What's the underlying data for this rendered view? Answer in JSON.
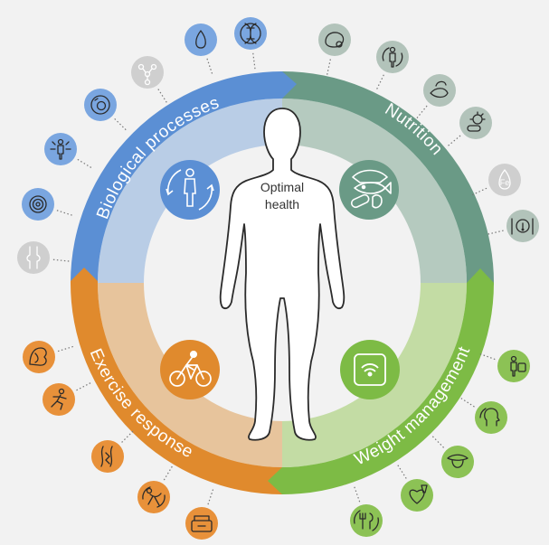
{
  "center": {
    "line1": "Optimal",
    "line2": "health"
  },
  "colors": {
    "blue": "#5b8fd4",
    "blue_light": "#b9cde6",
    "teal": "#6a9a86",
    "teal_light": "#b5cabf",
    "green": "#7dbb45",
    "green_light": "#c3dca4",
    "orange": "#e08a2d",
    "orange_light": "#e7c49c",
    "inactive": "#cfcfcf"
  },
  "segments": [
    {
      "key": "biological",
      "label": "Biological processes",
      "hub_icon": "body-cycle-icon"
    },
    {
      "key": "nutrition",
      "label": "Nutrition",
      "hub_icon": "food-icon"
    },
    {
      "key": "weight",
      "label": "Weight management",
      "hub_icon": "scale-icon"
    },
    {
      "key": "exercise",
      "label": "Exercise response",
      "hub_icon": "cyclist-icon"
    }
  ],
  "iron_label": "Fe",
  "outer_icons": {
    "biological": [
      {
        "name": "joint-icon",
        "active": false
      },
      {
        "name": "target-icon",
        "active": true
      },
      {
        "name": "body-arrows-icon",
        "active": true
      },
      {
        "name": "cell-icon",
        "active": true
      },
      {
        "name": "molecule-icon",
        "active": false
      },
      {
        "name": "drop-icon",
        "active": true
      },
      {
        "name": "dna-icon",
        "active": true
      }
    ],
    "nutrition": [
      {
        "name": "potato-icon",
        "active": true
      },
      {
        "name": "body-cycle-small-icon",
        "active": true
      },
      {
        "name": "fish-meat-icon",
        "active": true
      },
      {
        "name": "sun-pill-icon",
        "active": true
      },
      {
        "name": "iron-drop-icon",
        "active": false
      },
      {
        "name": "plate-icon",
        "active": true
      }
    ],
    "weight": [
      {
        "name": "body-scale-icon",
        "active": true
      },
      {
        "name": "head-cycle-icon",
        "active": true
      },
      {
        "name": "tongue-icon",
        "active": true
      },
      {
        "name": "heart-glass-icon",
        "active": true
      },
      {
        "name": "cutlery-cycle-icon",
        "active": true
      }
    ],
    "exercise": [
      {
        "name": "muscle-icon",
        "active": true
      },
      {
        "name": "runner-icon",
        "active": true
      },
      {
        "name": "tendon-icon",
        "active": true
      },
      {
        "name": "gymnast-icon",
        "active": true
      },
      {
        "name": "endurance-icon",
        "active": true
      }
    ]
  }
}
